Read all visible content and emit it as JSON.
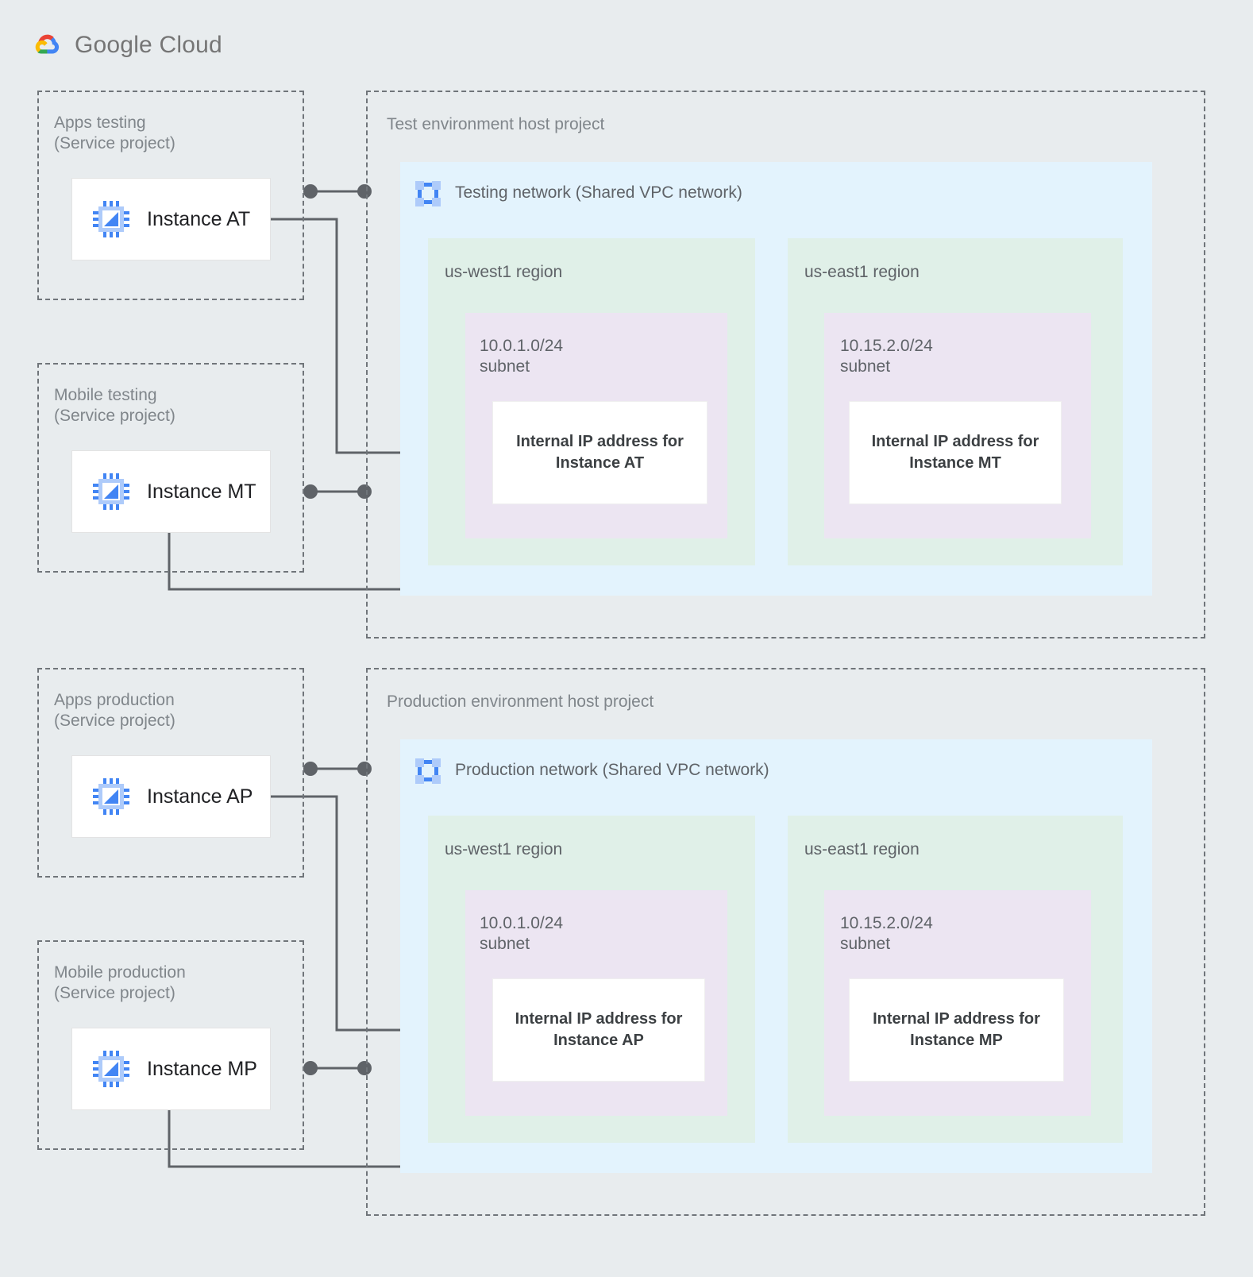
{
  "brand": {
    "name": "Google Cloud",
    "logo_icon": "google-cloud-logo",
    "colors": {
      "red": "#ea4335",
      "yellow": "#fbbc04",
      "green": "#34a853",
      "blue": "#4285f4",
      "wordmark": "#757575"
    }
  },
  "palette": {
    "canvas": "#e8ecee",
    "dashed_border": "#70757a",
    "network_fill": "#e3f3fd",
    "region_fill": "#e0f0e8",
    "subnet_fill": "#ece5f2",
    "card_fill": "#ffffff",
    "connector": "#5f6368",
    "label_text": "#80868b",
    "title_text": "#5f6368",
    "card_text": "#3c4043"
  },
  "environments": [
    {
      "id": "test",
      "host_project": {
        "label": "Test environment host project",
        "network": {
          "icon": "vpc-network-icon",
          "label": "Testing network (Shared VPC network)",
          "regions": [
            {
              "label": "us-west1 region",
              "subnet": {
                "label": "10.0.1.0/24\nsubnet",
                "cidr": "10.0.1.0/24",
                "ip_card": "Internal IP address for\nInstance AT"
              }
            },
            {
              "label": "us-east1 region",
              "subnet": {
                "label": "10.15.2.0/24\nsubnet",
                "cidr": "10.15.2.0/24",
                "ip_card": "Internal IP address for\nInstance MT"
              }
            }
          ]
        }
      },
      "service_projects": [
        {
          "label": "Apps testing\n(Service project)",
          "instance": {
            "icon": "compute-instance-icon",
            "label": "Instance AT"
          }
        },
        {
          "label": "Mobile testing\n(Service project)",
          "instance": {
            "icon": "compute-instance-icon",
            "label": "Instance MT"
          }
        }
      ]
    },
    {
      "id": "prod",
      "host_project": {
        "label": "Production environment host project",
        "network": {
          "icon": "vpc-network-icon",
          "label": "Production network (Shared VPC network)",
          "regions": [
            {
              "label": "us-west1 region",
              "subnet": {
                "label": "10.0.1.0/24\nsubnet",
                "cidr": "10.0.1.0/24",
                "ip_card": "Internal IP address for\nInstance AP"
              }
            },
            {
              "label": "us-east1 region",
              "subnet": {
                "label": "10.15.2.0/24\nsubnet",
                "cidr": "10.15.2.0/24",
                "ip_card": "Internal IP address for\nInstance MP"
              }
            }
          ]
        }
      },
      "service_projects": [
        {
          "label": "Apps production\n(Service project)",
          "instance": {
            "icon": "compute-instance-icon",
            "label": "Instance AP"
          }
        },
        {
          "label": "Mobile production\n(Service project)",
          "instance": {
            "icon": "compute-instance-icon",
            "label": "Instance MP"
          }
        }
      ]
    }
  ]
}
